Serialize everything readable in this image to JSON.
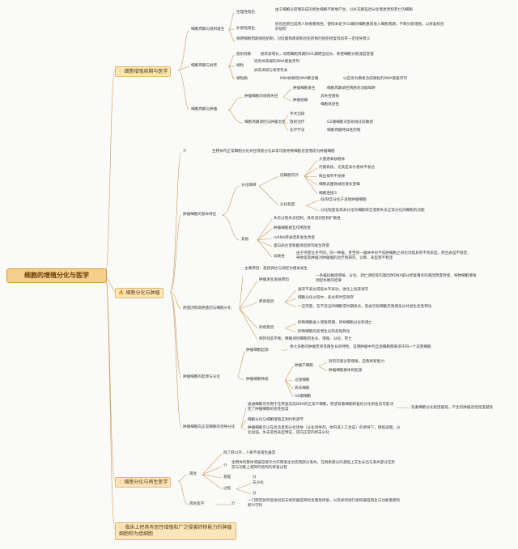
{
  "root": "细胞的增殖分化与医学",
  "sec1": {
    "label": "细胞增殖周期与医学",
    "icon": "heart-icon",
    "c1": {
      "label": "细胞周期与组织再生",
      "a": "生理性再生",
      "a1": "由于细胞分裂而形成的新生细胞不断地产生，以补充那些因分化而衰老和死亡的细胞",
      "b": "补偿性再生",
      "b1": "损伤后原已成熟人体者繁殖性，使得本处于G0期的细胞重新进入细胞周期，不断分裂增殖，以修复损伤的组织",
      "c": "阐明细胞周期调控机制，对延缓和疾病和创伤所致的组织修复等具有一定指导意义"
    },
    "c2": {
      "label": "细胞周期与衰老",
      "a": "放射现象",
      "a1": "随年龄增长，动物细胞周期的G1期明显延长，致使细胞分裂速度变慢",
      "b": "端粒",
      "b1": "染色体末端的DNA重复序列",
      "b2": "异常调减与衰老有关",
      "d": "端粒酶",
      "d1": "RNA依赖性DNA聚合酶",
      "d2": "以自身为模板合成端粒的DNA重复序列"
    },
    "c3": {
      "label": "细胞周期与肿瘤",
      "a": "肿瘤细胞的增殖失控",
      "a1": "肿瘤细胞发生",
      "a1x": "细胞周期调控网络的功能障碍",
      "a2": "肿瘤组織",
      "a2x": "具失控增殖",
      "a2y": "细胞衰退性",
      "b": "细胞周期调控与肿瘤治疗",
      "b1": "手术切除",
      "b2": "放射治疗",
      "b2x": "G2期细胞对放射线比较敏感",
      "b3": "化学疗法",
      "b3x": "细胞周期特异性药物"
    }
  },
  "sec2": {
    "label": "细胞分化与肿瘤",
    "icon": "fire-icon",
    "def": {
      "tag": "介",
      "text": "生物体内正常细胞分化失控或者分化异常可能导致细胞恶变而成为肿瘤细胞"
    },
    "c1": {
      "label": "肿瘤细胞的基本特征",
      "g1": "分化障碍",
      "g1a": "低细胞内外",
      "g1a1": "大量游离核糖体",
      "g1a2": "内膜系统，尤其是高尔基体不发达",
      "g1a3": "微丝排列不规律",
      "g1a4": "细胞表面微绒毛增多变细",
      "g1a5": "细胞连接少",
      "g1b": "分化程度",
      "g1b1": "低/缺乏分化于良性肿瘤细胞",
      "g1b2": "分化程度低或未分化的细胞缺乏或者失去正常分化的细胞的功能",
      "g2": "其他",
      "g2a": "失去分裂失去控制，具有浸润性和扩散性",
      "g2b": "肿瘤细胞相互作用改变",
      "g2c": "mRNA转录谱系发生改变",
      "g2d": "蛋白表达谱和翻译后修饰发生改变",
      "g2e": "异质性",
      "g2e1": "由于突变位点不同，同一种瘤，甚至同一瘤体中的不同癌细胞之间也可能具有不同表型，而且表型不稳定，导致提及肿瘤对肿瘤瘤的治疗和研究、诊断、表型变不稳定"
    },
    "c2": {
      "label": "癌基因和抑癌基因与细胞分化",
      "lead": "主要原因：基因调达与调控为相关发生",
      "a": "肿瘤发生发展原因",
      "a1": "一条编码触感增殖、分化、凋亡调控等的基因改DNA部分修复遭点的基因改变改变、导致细胞增殖调控失衡的结果",
      "b": "原癌基因",
      "b1": "通常不表达或低水平表达，进化上高度保守",
      "b2": "细胞分化过程中，表达和时空调序",
      "b3": "一旦突变，在不适当的细胞或时期表达，就会引起细胞无限增生长并发生恶性转化",
      "c": "抑癌基因",
      "c1": "抑制细胞进入增殖周期，诱导细胞分化和凋亡",
      "c2": "抑制细胞的恶增生长和恶性转化",
      "d": "保持动态平衡，精确调控细胞的生长、增殖、分化、死亡"
    },
    "c3": {
      "label": "肿瘤细胞的起源与分化",
      "a": "肿瘤细胞起源",
      "a1": "绝大多数的肿瘤至单克隆生长的特性，说明肿瘤中的全部细胞都来源于同一个恶变细胞",
      "b": "肿瘤细胞种类",
      "b1": "肿瘤干细胞",
      "b1x": "具有无限分裂增殖，自我更新能力",
      "b1y": "肿瘤细胞群体的起源",
      "b2": "过渡细胞",
      "b3": "终末细胞",
      "b4": "G0期细胞"
    },
    "c4": {
      "label": "肿瘤细胞向正常细胞的诱导分化",
      "a": "极通细胞可作用于在转复态成DNA的正常干细胞，而望肾着细胞转差的分化到各态可能决定了肿瘤细胞的恶性程度",
      "a1": "恶素细胞分化程度越低，产生的肿瘤恶性程度越高",
      "b": "细胞分化与细胞增殖互制约和调节",
      "c": "肿瘤细胞可以在高浓度和分化诱导（分化诱导剂，体内或人工合成）的诱导下，增殖减慢，分化加强，失去恶性表型特征，逆向正常的终末分化"
    }
  },
  "sec3": {
    "label": "细胞分化与再生医学",
    "icon": "heart-icon",
    "c1": {
      "label": "再生",
      "a": "除了肝以外，人要不会再生器官",
      "b": "介",
      "b1": "生物体的整体或器官受外力作用发生创伤而部分丢失，在剩余部分的基础上又生长出与丢失部分在形态与功能上相同的结构的修复过程",
      "c": "基础",
      "c1": "分",
      "d": "过程",
      "d1": "去分化",
      "d2": "分"
    },
    "c2": {
      "label": "再生医学",
      "tag": "介",
      "text": "一门研究如何促进创伤与组织器官缺损生理性修复，以及如何进行组织器官再生与功能重建的新兴学科"
    }
  },
  "sec4": {
    "label": "临床上把具有恶性增殖和广泛侵袭转移能力的肿瘤细胞称为癌细胞",
    "icon": "heart-icon"
  }
}
